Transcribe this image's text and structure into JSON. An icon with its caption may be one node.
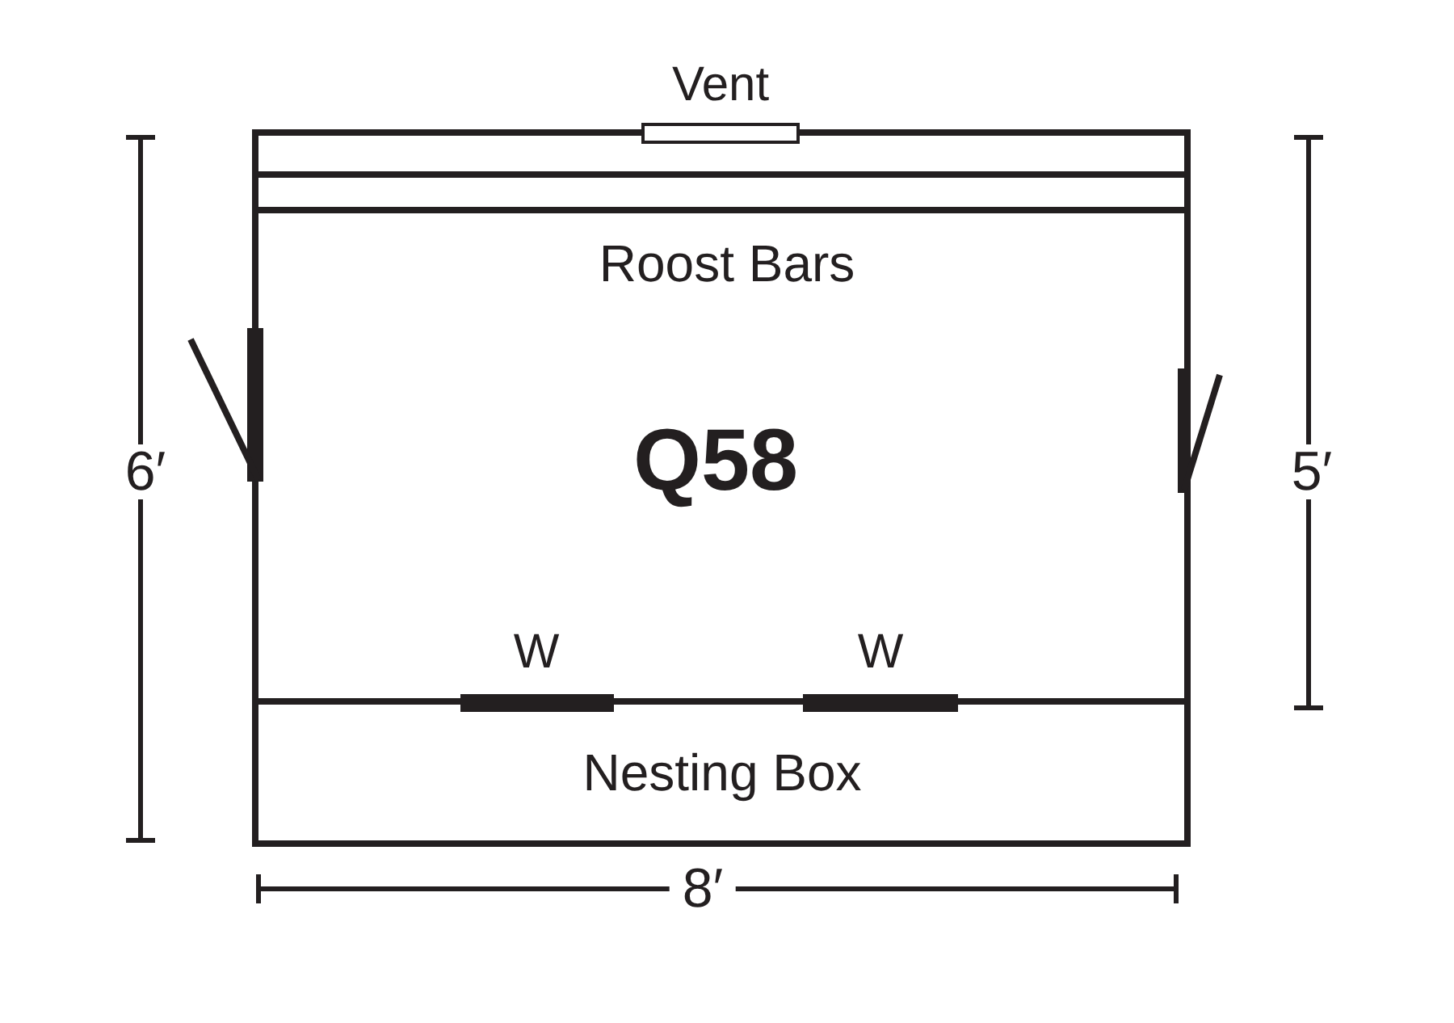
{
  "diagram": {
    "labels": [
      "Vent",
      "Roost Bars",
      "6′",
      "Q58",
      "5′",
      "W",
      "W",
      "Nesting Box",
      "8′"
    ]
  }
}
